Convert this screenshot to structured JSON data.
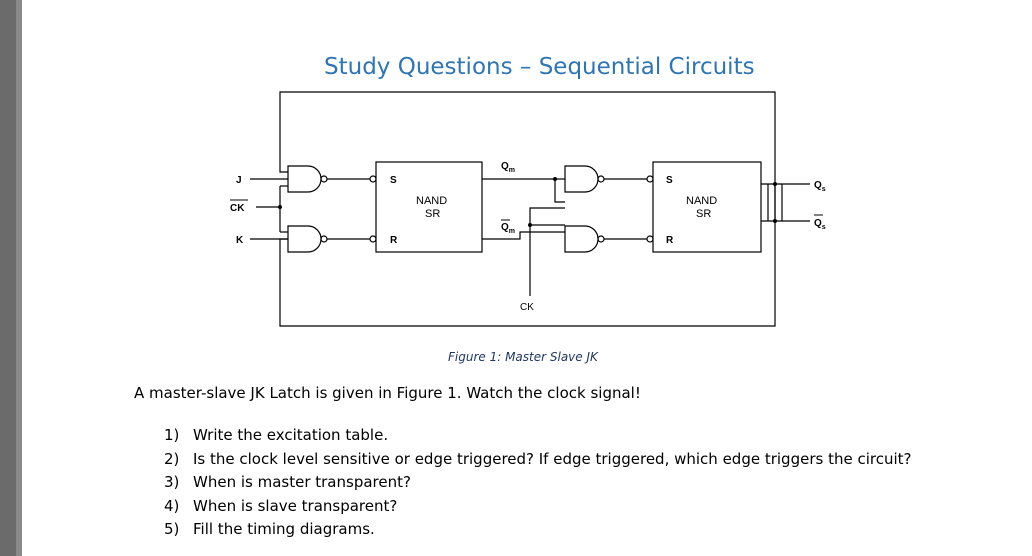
{
  "title": "Study Questions – Sequential Circuits",
  "figure": {
    "caption": "Figure 1: Master Slave JK",
    "labels": {
      "j": "J",
      "ck_bar": "CK",
      "k": "K",
      "s1": "S",
      "r1": "R",
      "nand1_line1": "NAND",
      "nand1_line2": "SR",
      "qm": "Q",
      "qm_sub": "m",
      "qm_bar": "Q",
      "qm_bar_sub": "m",
      "ck": "CK",
      "s2": "S",
      "r2": "R",
      "nand2_line1": "NAND",
      "nand2_line2": "SR",
      "qs": "Q",
      "qs_sub": "s",
      "qs_bar": "Q",
      "qs_bar_sub": "s"
    }
  },
  "intro": "A master-slave JK Latch is given in Figure 1. Watch the clock signal!",
  "questions": [
    {
      "num": "1)",
      "text": "Write the excitation table."
    },
    {
      "num": "2)",
      "text": "Is the clock level sensitive or edge triggered? If edge triggered, which edge triggers the circuit?"
    },
    {
      "num": "3)",
      "text": "When is master transparent?"
    },
    {
      "num": "4)",
      "text": "When is slave transparent?"
    },
    {
      "num": "5)",
      "text": "Fill the timing diagrams."
    }
  ]
}
